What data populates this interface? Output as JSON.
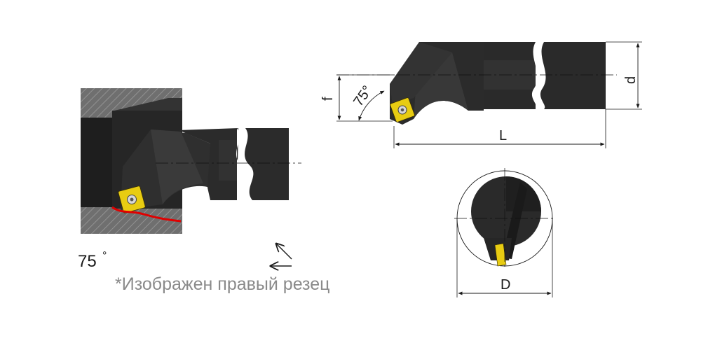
{
  "caption": {
    "angle_label": "75",
    "degree_mark": "°",
    "note": "*Изображен правый резец"
  },
  "dimensions": {
    "f": "f",
    "angle": "75°",
    "d": "d",
    "L": "L",
    "D": "D"
  },
  "colors": {
    "tool_body": "#2b2b2b",
    "tool_dark": "#1c1c1c",
    "tool_light": "#3c3c3c",
    "insert": "#e8cc12",
    "workpiece": "#6e6e6e",
    "cut_line": "#e00000"
  }
}
